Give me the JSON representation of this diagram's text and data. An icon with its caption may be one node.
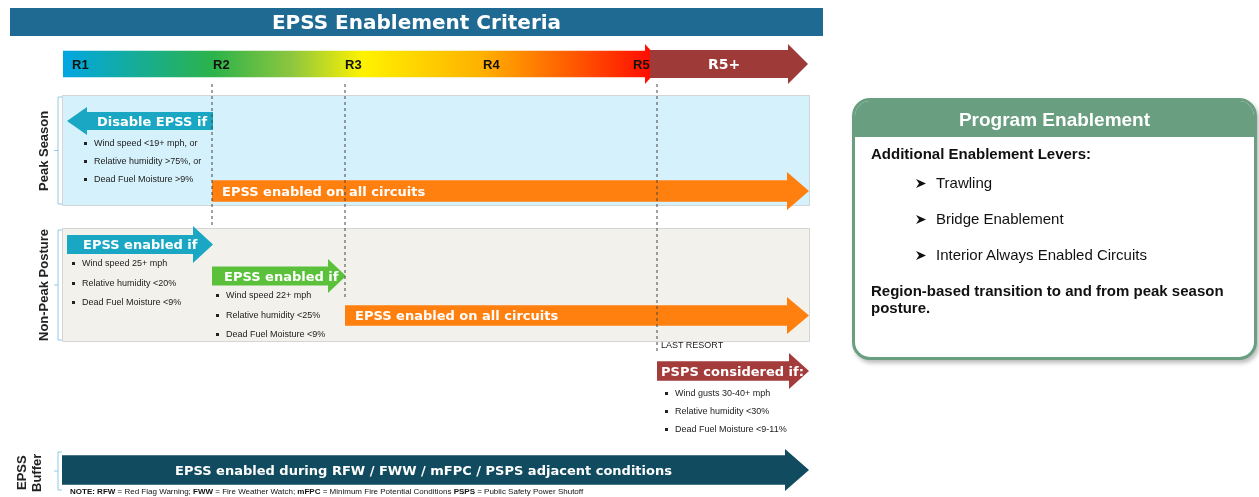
{
  "diagram": {
    "title": "EPSS Enablement Criteria",
    "nodes": [
      {
        "text": [
          "R1",
          "R2",
          "R3",
          "R4",
          "R5"
        ]
      },
      {
        "text": [
          "R5+"
        ]
      },
      {
        "text": [
          "Peak Season"
        ]
      },
      {
        "text": [
          "Disable EPSS if"
        ],
        "in": 2,
        "beside": [
          "Wind speed <19+ mph, or",
          "Relative humidity >75%, or",
          "Dead Fuel Moisture  >9%"
        ]
      },
      {
        "text": [
          "EPSS enabled on all circuits"
        ],
        "in": 2
      },
      {
        "text": [
          "Non-Peak Posture"
        ]
      },
      {
        "text": [
          "EPSS enabled if"
        ],
        "in": 5,
        "beside": [
          "Wind speed 25+ mph",
          "Relative humidity <20%",
          "Dead Fuel Moisture  <9%"
        ]
      },
      {
        "text": [
          "EPSS enabled if"
        ],
        "in": 5,
        "beside": [
          "Wind speed 22+ mph",
          "Relative humidity <25%",
          "Dead Fuel Moisture  <9%"
        ]
      },
      {
        "text": [
          "EPSS enabled on all circuits"
        ],
        "in": 5
      },
      {
        "text": [
          "PSPS considered if:"
        ],
        "beside": [
          "LAST RESORT",
          "Wind gusts 30-40+ mph",
          "Relative humidity <30%",
          "Dead Fuel Moisture  <9-11%"
        ]
      },
      {
        "text": [
          "EPSS enabled during RFW / FWW / mFPC / PSPS adjacent conditions"
        ],
        "beside": [
          "EPSS Buffer"
        ]
      },
      {
        "text": [
          "Program Enablement",
          "Additional Enablement Levers:",
          "Trawling",
          "Bridge Enablement",
          "Interior Always Enabled Circuits",
          "Region-based transition to and from peak season posture."
        ]
      }
    ],
    "labels": [
      "**NOTE: RFW** = Red Flag Warning; **FWW** = Fire Weather Watch; **mFPC** = Minimum Fire Potential Conditions **PSPS** = Public Safety Power Shutoff"
    ]
  }
}
